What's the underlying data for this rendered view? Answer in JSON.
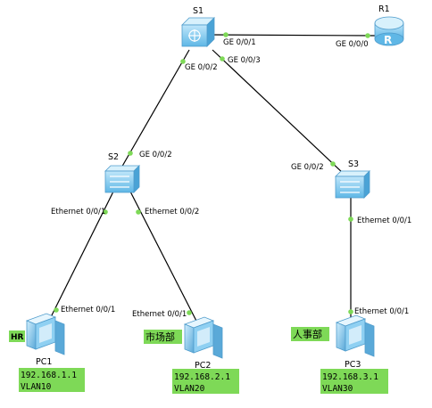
{
  "devices": {
    "s1": {
      "name": "S1",
      "icon": "core-switch-icon"
    },
    "r1": {
      "name": "R1",
      "icon": "router-icon"
    },
    "s2": {
      "name": "S2",
      "icon": "access-switch-icon"
    },
    "s3": {
      "name": "S3",
      "icon": "access-switch-icon"
    },
    "pc1": {
      "name": "PC1",
      "icon": "pc-icon",
      "tag": "HR",
      "ip": "192.168.1.1",
      "vlan": "VLAN10"
    },
    "pc2": {
      "name": "PC2",
      "icon": "pc-icon",
      "tag": "市场部",
      "ip": "192.168.2.1",
      "vlan": "VLAN20"
    },
    "pc3": {
      "name": "PC3",
      "icon": "pc-icon",
      "tag": "人事部",
      "ip": "192.168.3.1",
      "vlan": "VLAN30"
    }
  },
  "links": {
    "s1_r1": {
      "a": "GE 0/0/1",
      "b": "GE 0/0/0"
    },
    "s1_s2": {
      "a": "GE 0/0/2",
      "b": "GE 0/0/2"
    },
    "s1_s3": {
      "a": "GE 0/0/3",
      "b": "GE 0/0/2"
    },
    "s2_pc1": {
      "a": "Ethernet 0/0/1",
      "b": "Ethernet 0/0/1"
    },
    "s2_pc2": {
      "a": "Ethernet 0/0/2",
      "b": "Ethernet 0/0/1"
    },
    "s3_pc3": {
      "a": "Ethernet 0/0/1",
      "b": "Ethernet 0/0/1"
    }
  },
  "colors": {
    "link": "#000000",
    "port_dot": "#7ed957",
    "info_box": "#7ed957",
    "device_blue": "#7fc8ee"
  }
}
